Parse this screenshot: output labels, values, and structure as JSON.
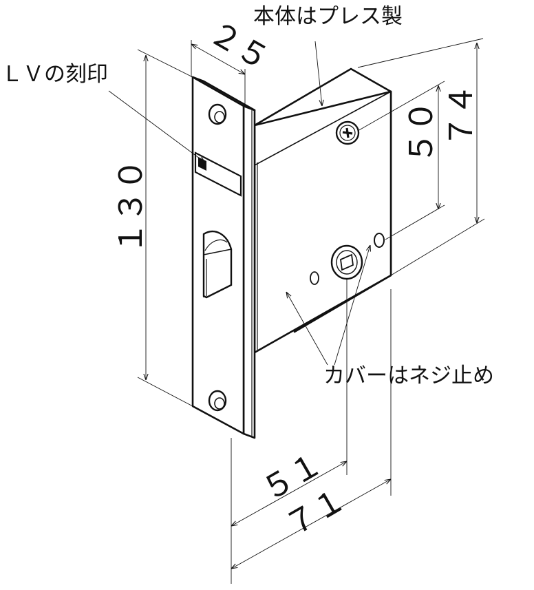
{
  "labels": {
    "body_press": "本体はプレス製",
    "lv_engraving": "ＬＶの刻印",
    "cover_screw": "カバーはネジ止め"
  },
  "dimensions": {
    "front_width": "２５",
    "front_height": "１３０",
    "case_height": "７４",
    "screw_pitch": "５０",
    "backset": "５１",
    "case_depth": "７１"
  }
}
